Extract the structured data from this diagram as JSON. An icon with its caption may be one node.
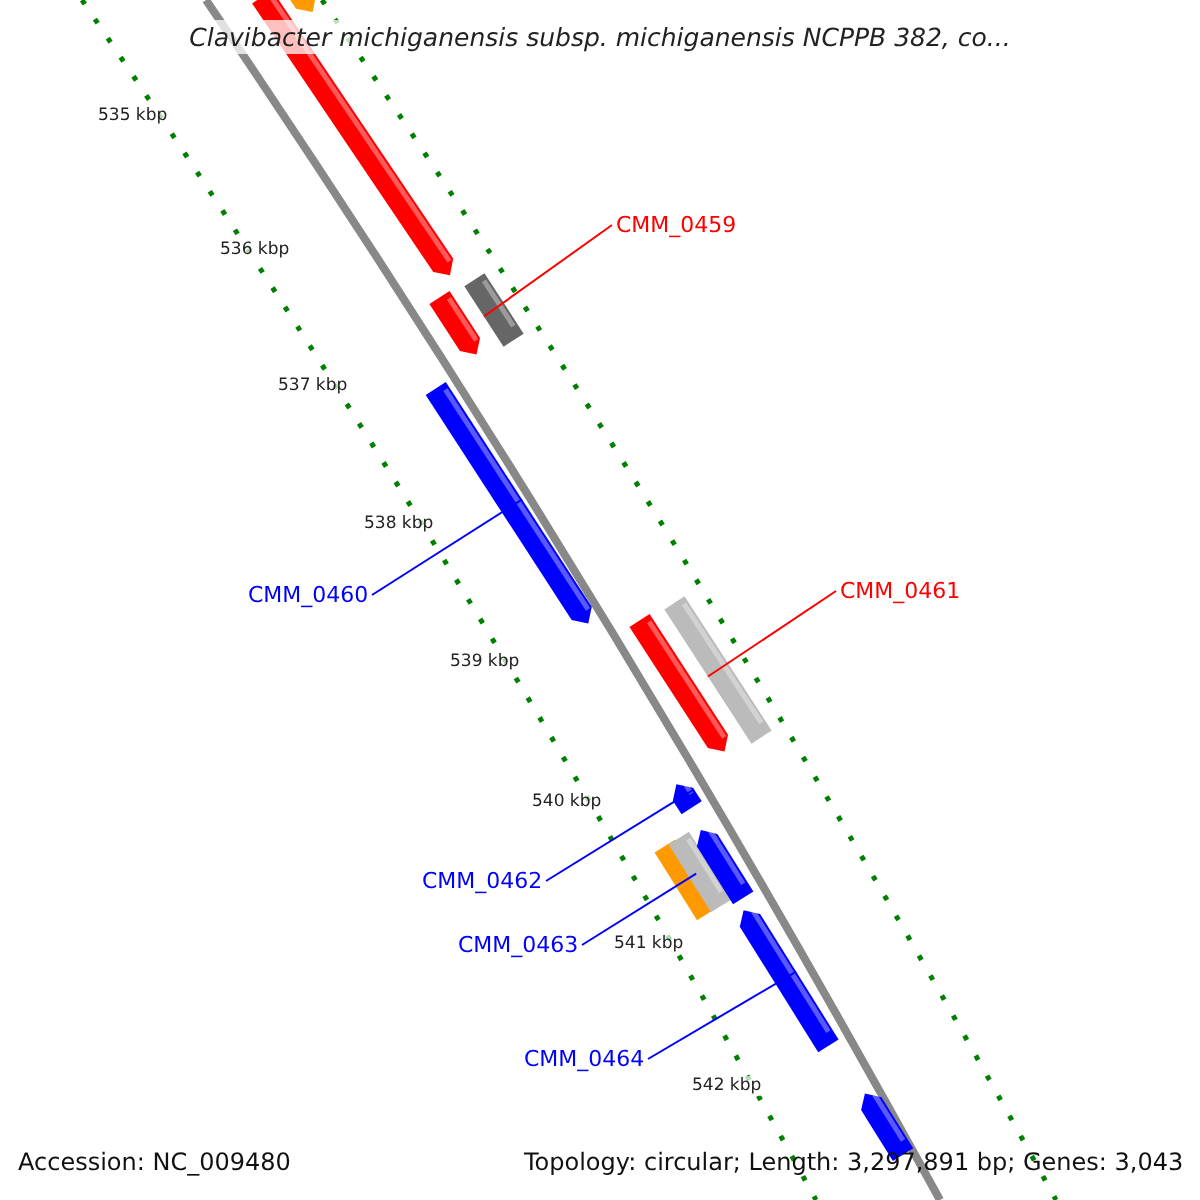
{
  "diagram": {
    "title": "Clavibacter michiganensis subsp. michiganensis NCPPB 382, co...",
    "nodes": [
      {
        "text": [],
        "shape": "bar"
      },
      {
        "text": [],
        "shape": "bar"
      },
      {
        "text": [],
        "shape": "bar"
      },
      {
        "text": [],
        "shape": "bar"
      },
      {
        "text": [],
        "shape": "bar"
      },
      {
        "text": [],
        "shape": "bar"
      },
      {
        "text": [],
        "shape": "bar"
      },
      {
        "text": [],
        "shape": "bar"
      },
      {
        "text": [],
        "shape": "bar"
      },
      {
        "text": [],
        "shape": "bar"
      },
      {
        "text": [],
        "shape": "bar"
      },
      {
        "text": [],
        "shape": "bar"
      },
      {
        "text": [],
        "shape": "bar"
      },
      {
        "text": [
          "CMM_0459"
        ]
      },
      {
        "text": [
          "CMM_0460"
        ]
      },
      {
        "text": [
          "CMM_0461"
        ]
      },
      {
        "text": [
          "CMM_0462"
        ]
      },
      {
        "text": [
          "CMM_0463"
        ]
      },
      {
        "text": [
          "CMM_0464"
        ]
      }
    ],
    "edges": [
      {
        "from": 13,
        "to": 3,
        "arrow": "none",
        "color": "#ff0000"
      },
      {
        "from": 14,
        "to": 4,
        "arrow": "none"
      },
      {
        "from": 15,
        "to": 5,
        "arrow": "none",
        "color": "#ff0000"
      },
      {
        "from": 16,
        "to": 7,
        "arrow": "none"
      },
      {
        "from": 17,
        "to": 8,
        "arrow": "none"
      },
      {
        "from": 18,
        "to": 11,
        "arrow": "none"
      }
    ],
    "labels": [
      "535 kbp",
      "536 kbp",
      "537 kbp",
      "538 kbp",
      "539 kbp",
      "540 kbp",
      "541 kbp",
      "542 kbp",
      "Accession: NC_009480",
      "Topology: circular; Length: 3,297,891 bp; Genes: 3,043"
    ]
  }
}
